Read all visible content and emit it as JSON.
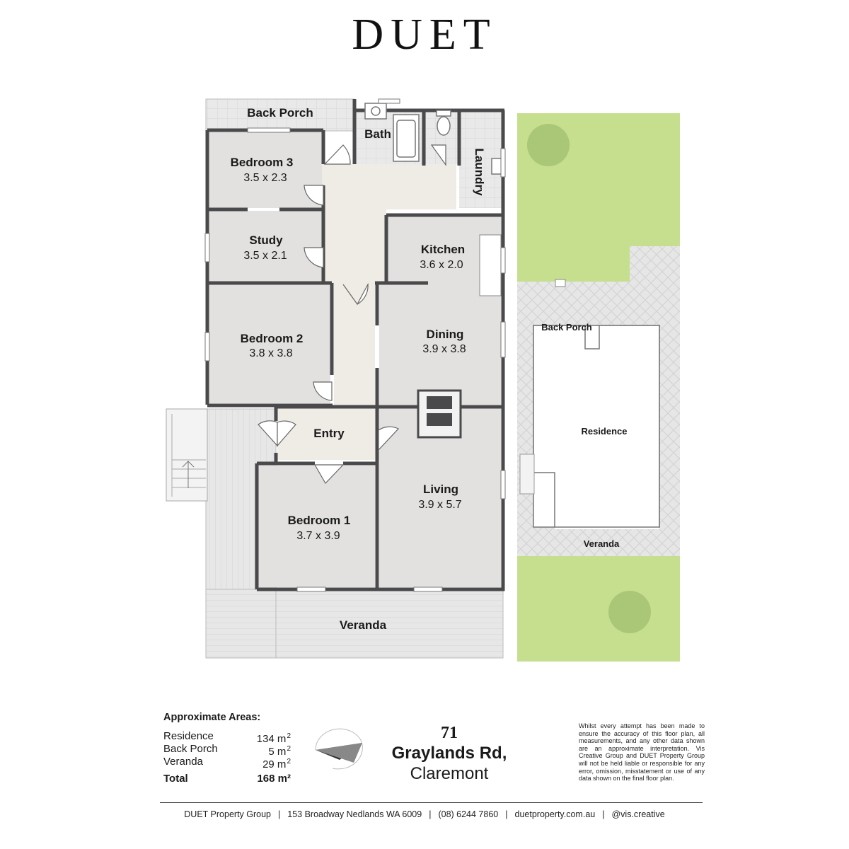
{
  "brand": "DUET",
  "rooms": {
    "back_porch": "Back Porch",
    "bath": "Bath",
    "laundry": "Laundry",
    "bedroom3": {
      "name": "Bedroom 3",
      "size": "3.5 x 2.3"
    },
    "study": {
      "name": "Study",
      "size": "3.5 x 2.1"
    },
    "kitchen": {
      "name": "Kitchen",
      "size": "3.6 x 2.0"
    },
    "bedroom2": {
      "name": "Bedroom 2",
      "size": "3.8 x 3.8"
    },
    "dining": {
      "name": "Dining",
      "size": "3.9 x 3.8"
    },
    "entry": "Entry",
    "living": {
      "name": "Living",
      "size": "3.9 x 5.7"
    },
    "bedroom1": {
      "name": "Bedroom 1",
      "size": "3.7 x 3.9"
    },
    "veranda": "Veranda"
  },
  "site": {
    "back_porch": "Back Porch",
    "residence": "Residence",
    "veranda": "Veranda"
  },
  "areas": {
    "heading": "Approximate Areas:",
    "rows": [
      {
        "label": "Residence",
        "value": "134 m",
        "sup": "2"
      },
      {
        "label": "Back Porch",
        "value": "5 m",
        "sup": "2"
      },
      {
        "label": "Veranda",
        "value": "29 m",
        "sup": "2"
      }
    ],
    "total_label": "Total",
    "total_value": "168 m²"
  },
  "address": {
    "number": "71",
    "street": "Graylands Rd,",
    "suburb": "Claremont"
  },
  "disclaimer": "Whilst every attempt has been made to ensure the accuracy of this floor plan, all measurements, and any other data shown are an approximate interpretation. Vis Creative Group and DUET Property Group will not be held liable or responsible for any error, omission, misstatement or use of any data shown on the final floor plan.",
  "footer": {
    "company": "DUET Property Group",
    "address": "153 Broadway Nedlands WA 6009",
    "phone": "(08) 6244 7860",
    "website": "duetproperty.com.au",
    "social": "@vis.creative"
  },
  "colors": {
    "wall": "#4a4a4c",
    "floor": "#e2e1df",
    "hall": "#efebe5",
    "tile": "#e8e8e8",
    "lawn": "#c6df8e"
  }
}
